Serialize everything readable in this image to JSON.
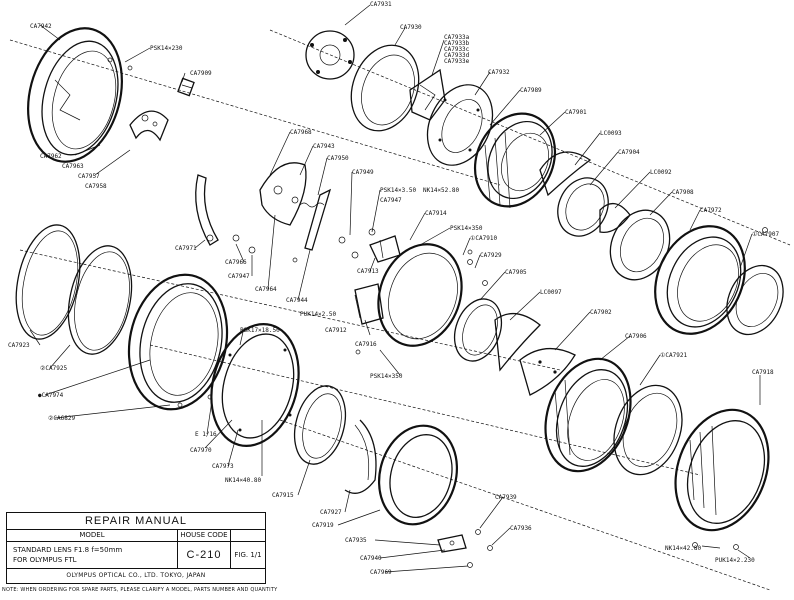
{
  "title_block": {
    "title": "REPAIR MANUAL",
    "model_header": "MODEL",
    "house_code_header": "HOUSE CODE",
    "model_line1": "STANDARD LENS F1.8  f=50mm",
    "model_line2": "FOR OLYMPUS FTL",
    "house_code": "C-210",
    "fig": "FIG. 1/1",
    "company": "OLYMPUS OPTICAL CO., LTD. TOKYO, JAPAN"
  },
  "footnote": "NOTE: WHEN ORDERING FOR SPARE PARTS, PLEASE CLARIFY A MODEL, PARTS NUMBER AND QUANTITY",
  "labels": {
    "CA7942": "CA7942",
    "PSK14x230": "PSK14×230",
    "CA7909": "CA7909",
    "CA7962": "CA7962",
    "CA7963": "CA7963",
    "CA7957": "CA7957",
    "CA7958": "CA7958",
    "CA7931": "CA7931",
    "CA7930": "CA7930",
    "CA7933": "CA7933a\nCA7933b\nCA7933c\nCA7933d\nCA7933e",
    "CA7932": "CA7932",
    "CA7989": "CA7989",
    "CA7901": "CA7901",
    "LC0093": "LC0093",
    "CA7904": "CA7904",
    "LC0092": "LC0092",
    "CA7908": "CA7908",
    "CA7972": "CA7972",
    "CA7907": "①CA7907",
    "CA7968": "CA7968",
    "CA7943": "CA7943",
    "CA7950": "CA7950",
    "CA7949": "CA7949",
    "PSK14x350": "PSK14×3.50",
    "NK14x52": "NK14×52.80",
    "CA7947b": "CA7947",
    "CA7914": "CA7914",
    "PSK14x350b": "PSK14×350",
    "CA7910": "①CA7910",
    "CA7929": "CA7929",
    "CA7971": "CA7971",
    "CA7966": "CA7966",
    "CA7947": "CA7947",
    "CA7964": "CA7964",
    "CA7944": "CA7944",
    "CA7913": "CA7913",
    "CA7905": "CA7905",
    "LC0097": "LC0097",
    "CA7902": "CA7902",
    "PUK14x250": "PUK14×2.50",
    "CA7912": "CA7912",
    "CA7916": "CA7916",
    "CA7906": "CA7906",
    "CA7923": "CA7923",
    "CA7925": "②CA7925",
    "CA7974": "●CA7974",
    "CA6829": "②CA6829",
    "PSK17x185": "PSK17×18.50",
    "E1_16": "E 1/16",
    "CA7970": "CA7970",
    "CA7973": "CA7973",
    "NK14x40": "NK14×40.80",
    "PSK14x350c": "PSK14×350",
    "CA7921": "①CA7921",
    "CA7918": "CA7918",
    "CA7915": "CA7915",
    "CA7927": "CA7927",
    "CA7919": "CA7919",
    "CA7939": "CA7939",
    "CA7936": "CA7936",
    "CA7935": "CA7935",
    "CA7940": "CA7940",
    "CA7969": "CA7969",
    "NK14x42": "NK14×42.80",
    "PUK14x230": "PUK14×2.230"
  }
}
